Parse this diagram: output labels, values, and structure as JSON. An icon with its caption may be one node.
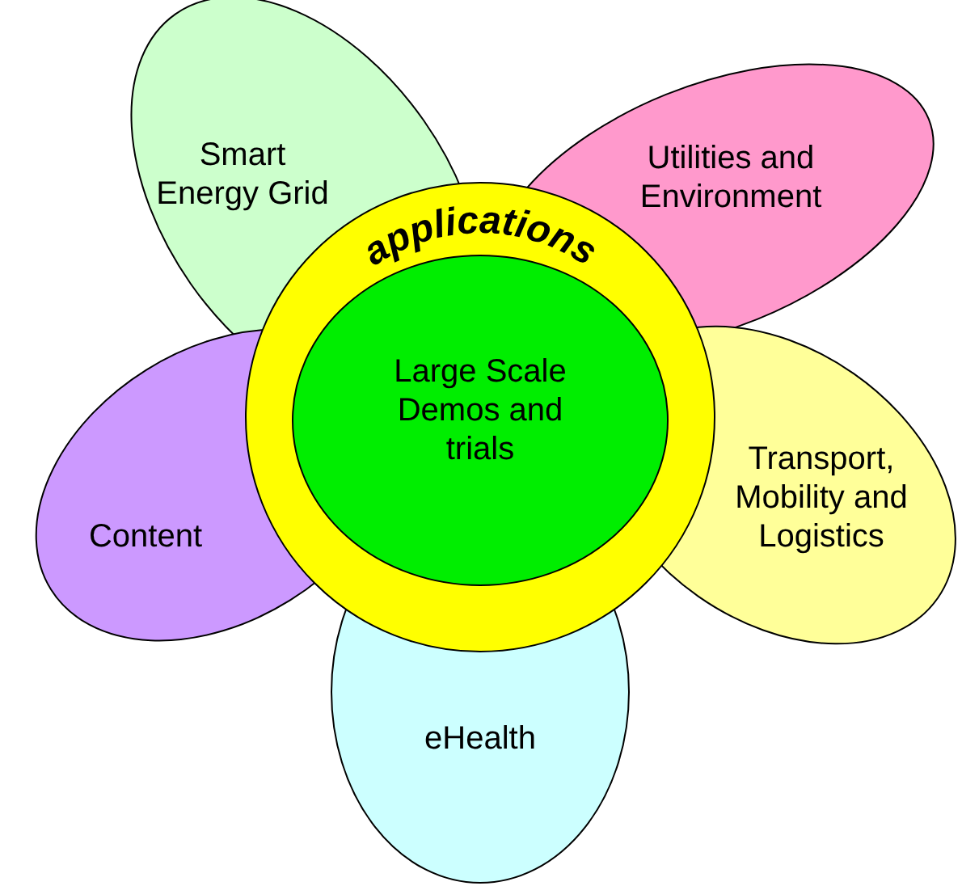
{
  "diagram": {
    "nodes": [
      {
        "text": [
          "Smart Energy Grid"
        ]
      },
      {
        "text": [
          "Utilities and Environment"
        ]
      },
      {
        "text": [
          "applications"
        ]
      },
      {
        "text": [
          "Large Scale Demos and trials"
        ],
        "in": 2
      },
      {
        "text": [
          "Content"
        ]
      },
      {
        "text": [
          "Transport, Mobility and Logistics"
        ]
      },
      {
        "text": [
          "eHealth"
        ]
      }
    ]
  }
}
